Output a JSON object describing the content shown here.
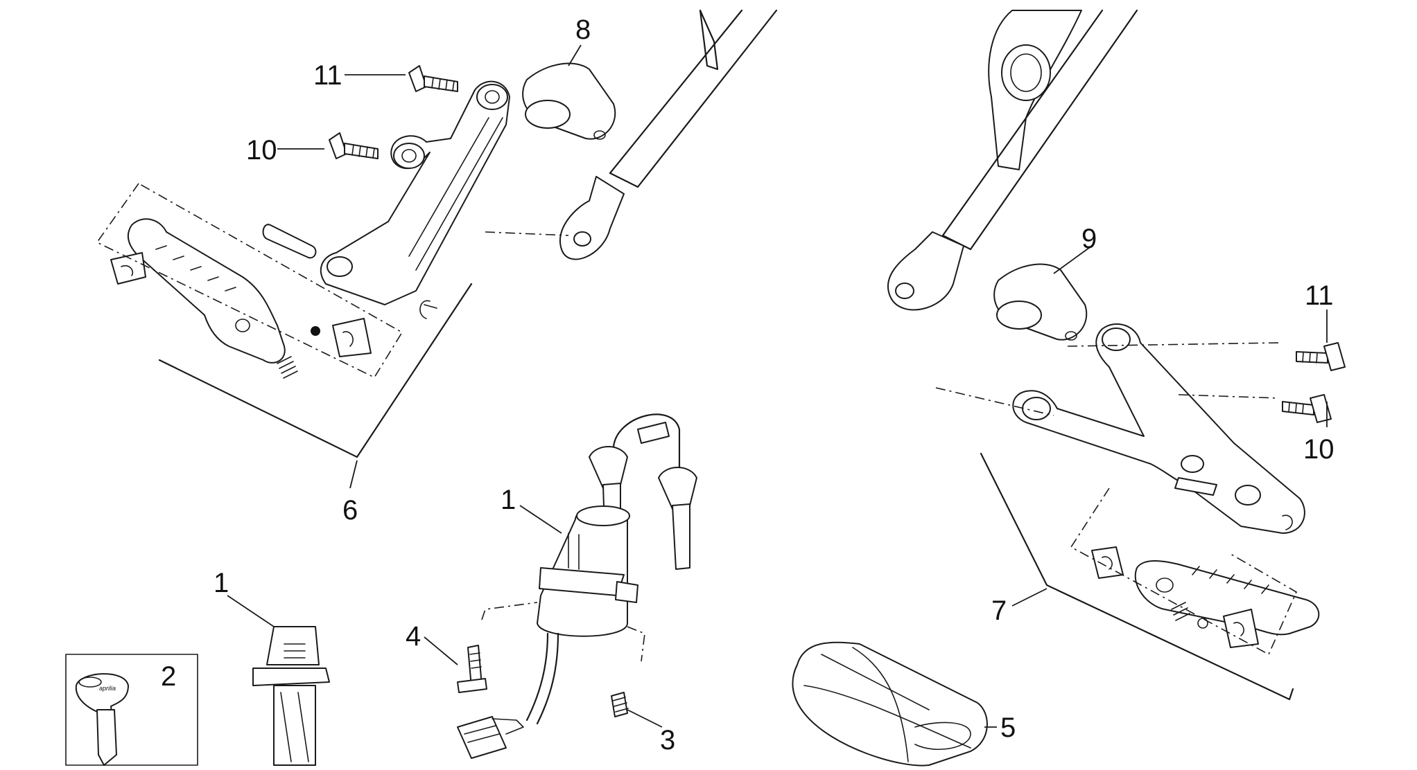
{
  "callouts": {
    "c1_ignition": "1",
    "c1_lock": "1",
    "c2": "2",
    "c3": "3",
    "c4": "4",
    "c5": "5",
    "c6": "6",
    "c7": "7",
    "c8": "8",
    "c9": "9",
    "c10_left": "10",
    "c10_right": "10",
    "c11_left": "11",
    "c11_right": "11"
  },
  "key_brand": "aprilia"
}
